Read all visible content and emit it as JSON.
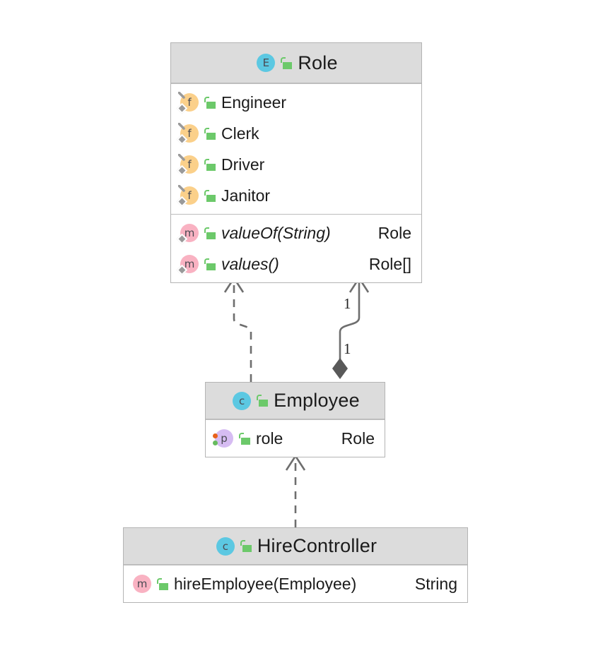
{
  "diagram": {
    "type": "uml-class-diagram",
    "background": "#ffffff",
    "palette": {
      "header_fill": "#dcdcdc",
      "body_fill": "#ffffff",
      "border": "#b4b4b4",
      "connector": "#6e6e6e",
      "enum_icon": "#5cc8e2",
      "class_icon": "#5cc8e2",
      "field_icon": "#fbd08a",
      "method_icon": "#f9b2c2",
      "property_icon": "#d6bcf2",
      "lock_icon": "#6cc96a",
      "static_overlay": "#9a9a9a"
    }
  },
  "classes": {
    "role": {
      "name": "Role",
      "stereotype_icon": "enum-icon",
      "stereotype_letter": "E",
      "visibility_icon": "public-unlocked-icon",
      "fields": [
        {
          "name": "Engineer",
          "icon": "static-final-field-icon",
          "letter": "f",
          "visibility_icon": "public-unlocked-icon"
        },
        {
          "name": "Clerk",
          "icon": "static-final-field-icon",
          "letter": "f",
          "visibility_icon": "public-unlocked-icon"
        },
        {
          "name": "Driver",
          "icon": "static-final-field-icon",
          "letter": "f",
          "visibility_icon": "public-unlocked-icon"
        },
        {
          "name": "Janitor",
          "icon": "static-final-field-icon",
          "letter": "f",
          "visibility_icon": "public-unlocked-icon"
        }
      ],
      "methods": [
        {
          "name": "valueOf(String)",
          "type": "Role",
          "icon": "static-method-icon",
          "letter": "m",
          "visibility_icon": "public-unlocked-icon"
        },
        {
          "name": "values()",
          "type": "Role[]",
          "icon": "static-method-icon",
          "letter": "m",
          "visibility_icon": "public-unlocked-icon"
        }
      ]
    },
    "employee": {
      "name": "Employee",
      "stereotype_icon": "class-icon",
      "stereotype_letter": "c",
      "visibility_icon": "public-unlocked-icon",
      "members": [
        {
          "name": "role",
          "type": "Role",
          "icon": "property-icon",
          "letter": "p",
          "visibility_icon": "public-unlocked-icon"
        }
      ]
    },
    "hire_controller": {
      "name": "HireController",
      "stereotype_icon": "class-icon",
      "stereotype_letter": "c",
      "visibility_icon": "public-unlocked-icon",
      "methods": [
        {
          "name": "hireEmployee(Employee)",
          "type": "String",
          "icon": "method-icon",
          "letter": "m",
          "visibility_icon": "public-unlocked-icon"
        }
      ]
    }
  },
  "connectors": [
    {
      "id": "employee-depends-role",
      "kind": "dependency",
      "line": "dashed",
      "arrow": "open",
      "from": "Employee",
      "to": "Role",
      "source_multiplicity": "",
      "target_multiplicity": ""
    },
    {
      "id": "employee-aggregates-role",
      "kind": "aggregation",
      "line": "solid",
      "arrow": "open",
      "diamond": "filled",
      "from": "Employee",
      "to": "Role",
      "source_multiplicity": "1",
      "target_multiplicity": "1"
    },
    {
      "id": "hirecontroller-depends-employee",
      "kind": "dependency",
      "line": "dashed",
      "arrow": "open",
      "from": "HireController",
      "to": "Employee",
      "source_multiplicity": "",
      "target_multiplicity": ""
    }
  ],
  "multiplicity_labels": {
    "near_role": "1",
    "near_employee": "1"
  }
}
